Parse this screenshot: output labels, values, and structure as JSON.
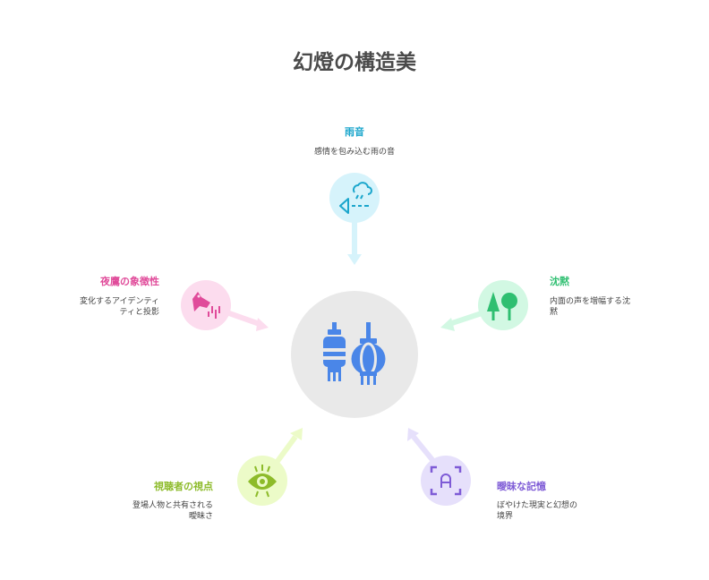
{
  "title": "幻燈の構造美",
  "center": {
    "icon": "lantern-pair-icon"
  },
  "nodes": {
    "rain": {
      "label": "雨音",
      "desc": "感情を包み込む雨の音",
      "icon": "rain-cloud-icon",
      "color": "#1ba6cc",
      "bg": "#d6f3fb"
    },
    "silence": {
      "label": "沈黙",
      "desc_line1": "内面の声を増幅する沈",
      "desc_line2": "黙",
      "icon": "trees-icon",
      "color": "#2fbf71",
      "bg": "#d2f8e3"
    },
    "memory": {
      "label": "曖昧な記憶",
      "desc_line1": "ぼやけた現実と幻想の",
      "desc_line2": "境界",
      "icon": "focus-frame-icon",
      "color": "#7e5bd6",
      "bg": "#e6e0fb"
    },
    "viewer": {
      "label": "視聴者の視点",
      "desc_line1": "登場人物と共有される",
      "desc_line2": "曖昧さ",
      "icon": "eye-icon",
      "color": "#8dbb2a",
      "bg": "#ecfbc8"
    },
    "night": {
      "label": "夜鷹の象徴性",
      "desc_line1": "変化するアイデンティ",
      "desc_line2": "ティと投影",
      "icon": "nighthawk-bird-icon",
      "color": "#e04b9a",
      "bg": "#fcdcee"
    }
  }
}
